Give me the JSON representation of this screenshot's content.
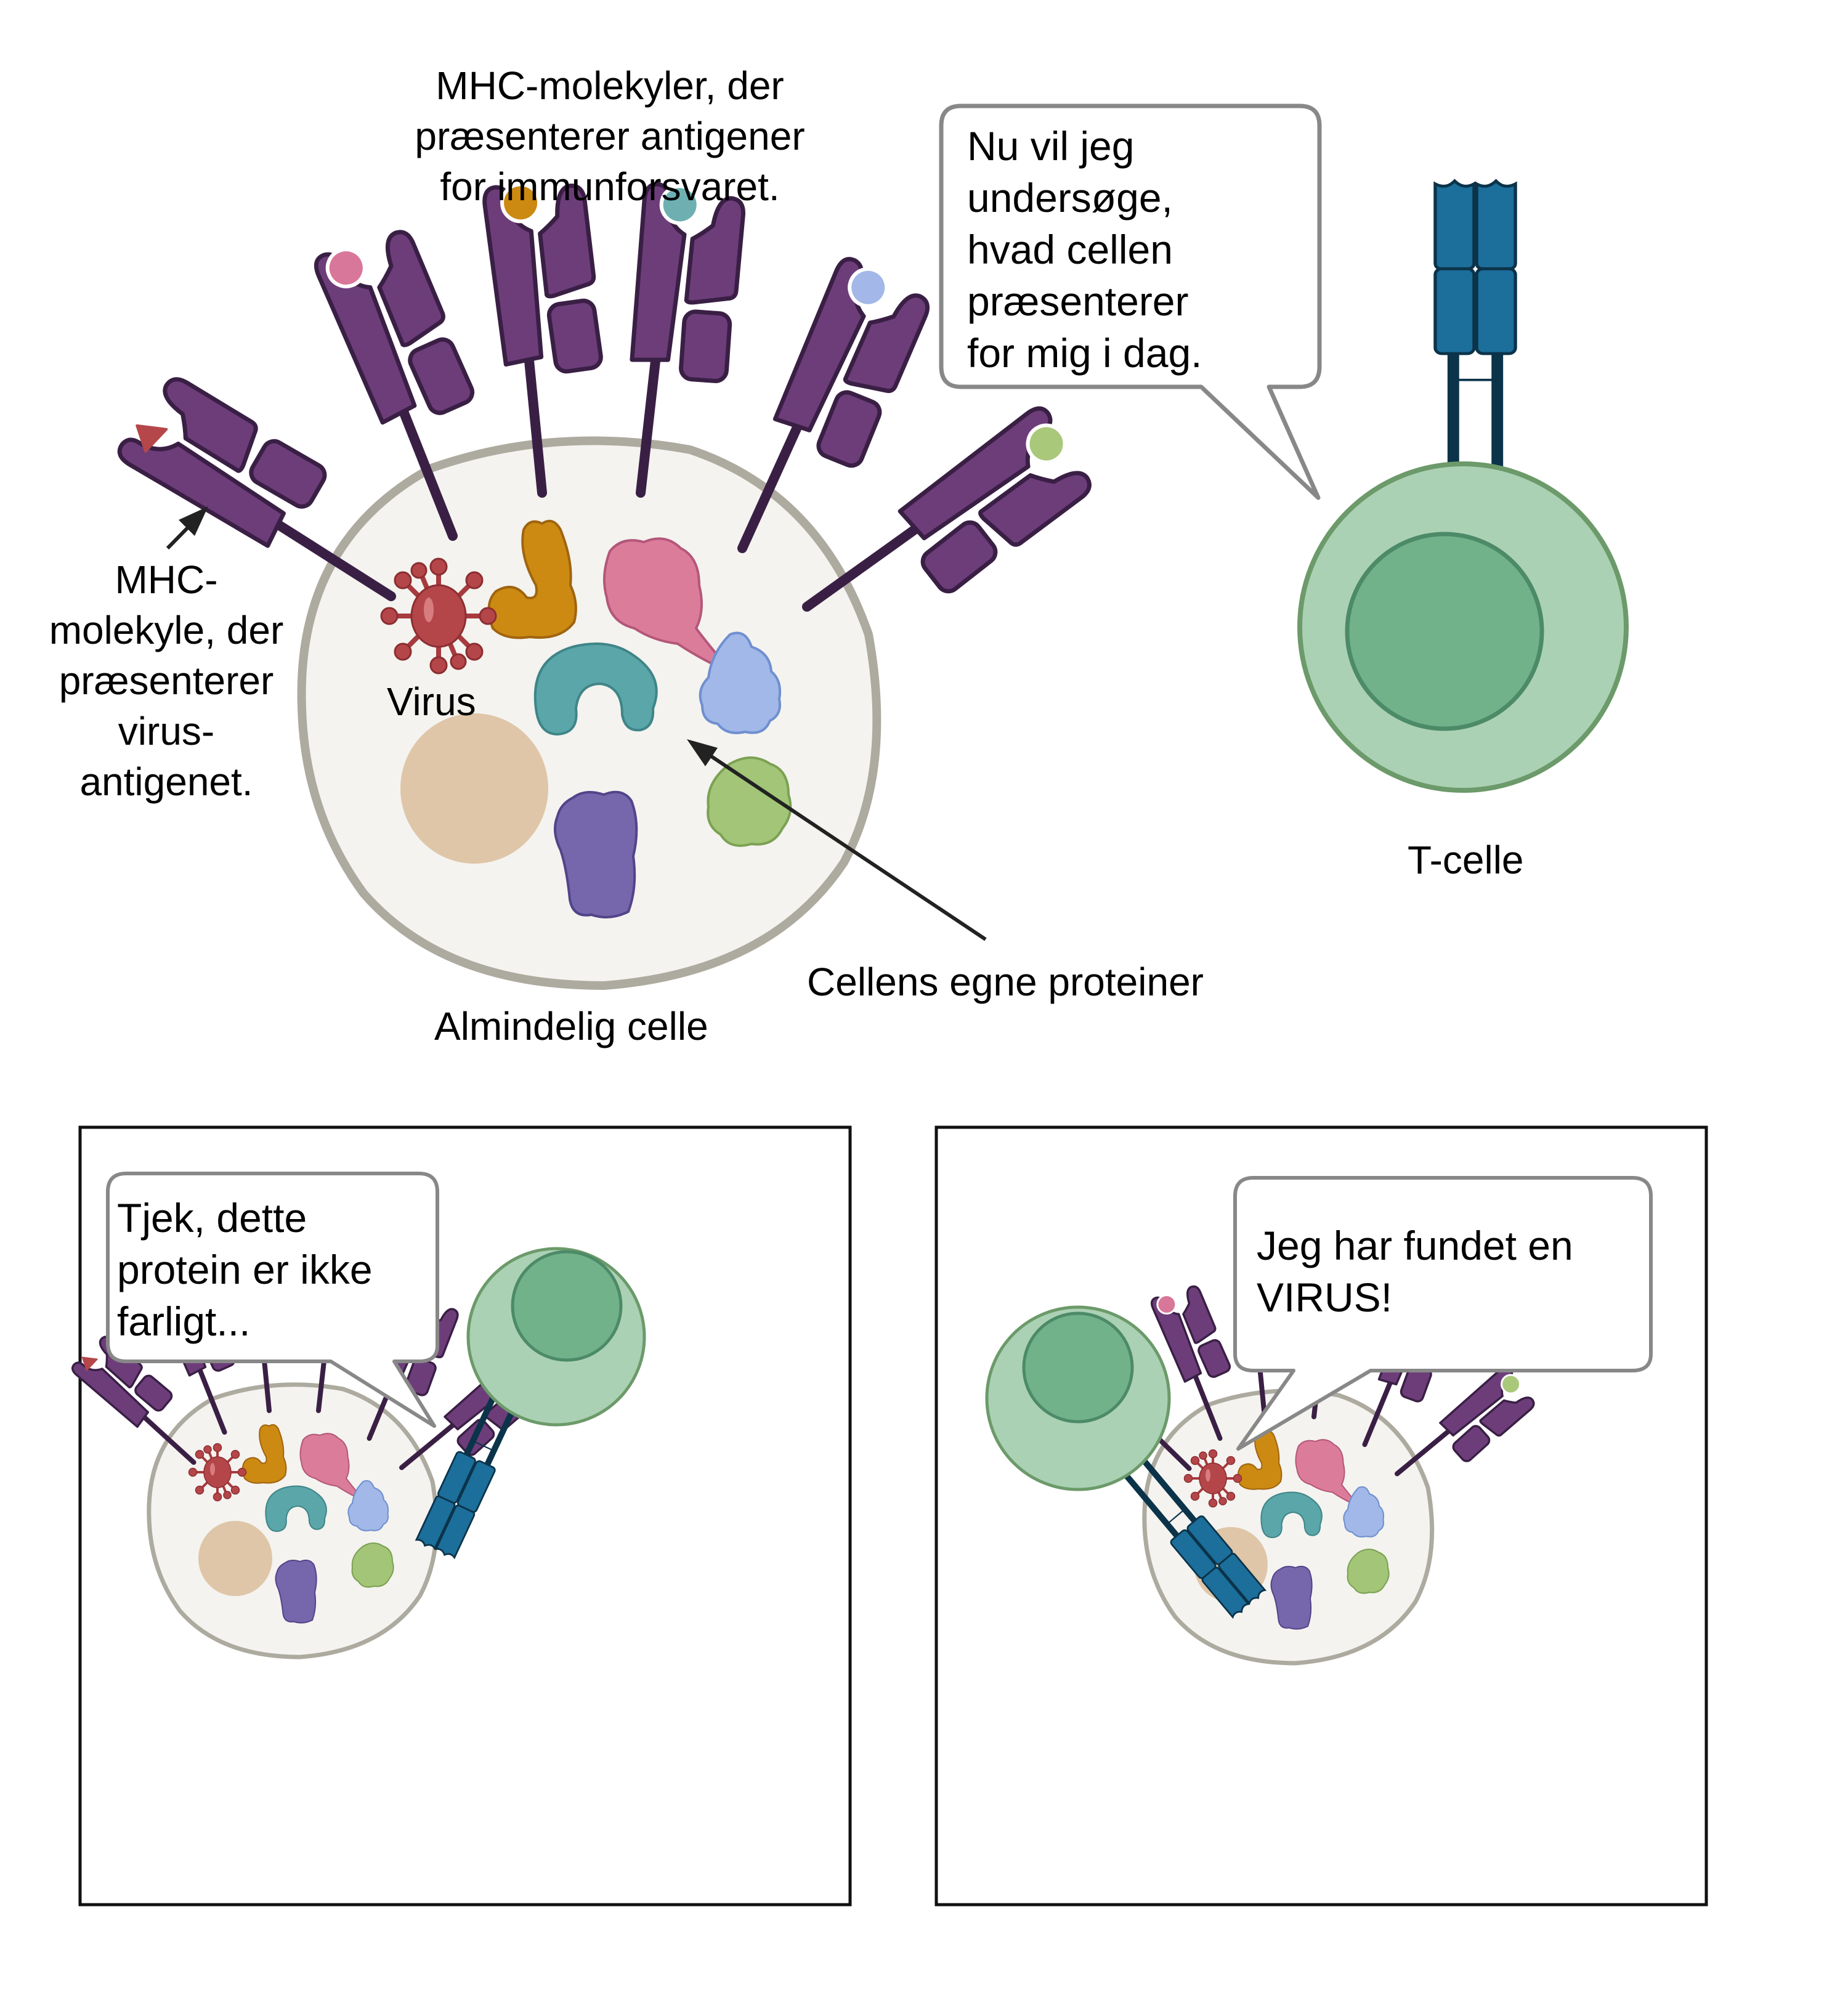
{
  "labels": {
    "mhc_group": "MHC-molekyler, der\npræsenterer antigener\nfor immunforsvaret.",
    "mhc_virus": "MHC-\nmolekyle, der\npræsenterer\nvirus-\nantigenet.",
    "virus": "Virus",
    "own_proteins": "Cellens egne proteiner",
    "normal_cell": "Almindelig celle",
    "t_cell": "T-celle"
  },
  "bubbles": {
    "main": "Nu vil jeg\nundersøge,\nhvad cellen\npræsenterer\nfor mig i dag.",
    "panel_left": "Tjek, dette\nprotein er ikke\nfarligt...",
    "panel_right": "Jeg har fundet en\nVIRUS!"
  },
  "antigens": [
    {
      "name": "virus-antigen",
      "shape": "triangle",
      "color": "#b5464a"
    },
    {
      "name": "pink-antigen",
      "shape": "circle",
      "color": "#d9779a"
    },
    {
      "name": "orange-antigen",
      "shape": "circle",
      "color": "#cc8a12"
    },
    {
      "name": "teal-antigen",
      "shape": "circle",
      "color": "#6eb0b2"
    },
    {
      "name": "blue-antigen",
      "shape": "circle",
      "color": "#a3b8e8"
    },
    {
      "name": "green-antigen",
      "shape": "circle",
      "color": "#a9c87a"
    }
  ],
  "colors": {
    "mhc": "#6d3d7a",
    "mhc_outline": "#3a1f45",
    "tcr": "#1c6e9b",
    "tcr_outline": "#0b3349",
    "tcell_outer": "#abd1b4",
    "tcell_outer_stroke": "#6c9a6a",
    "tcell_nucleus": "#72b28a",
    "tcell_nucleus_stroke": "#4c8a68",
    "cell_fill": "#f4f3ef",
    "cell_stroke": "#adaa9f",
    "nucleus": "#dfc6a8",
    "virus": "#b4464a",
    "protein_orange": "#cc8a12",
    "protein_pink": "#db7d9a",
    "protein_teal": "#5aa6a9",
    "protein_blue": "#a1b8e8",
    "protein_green": "#a2c577",
    "protein_purple": "#7666ab",
    "bubble_stroke": "#888888"
  }
}
